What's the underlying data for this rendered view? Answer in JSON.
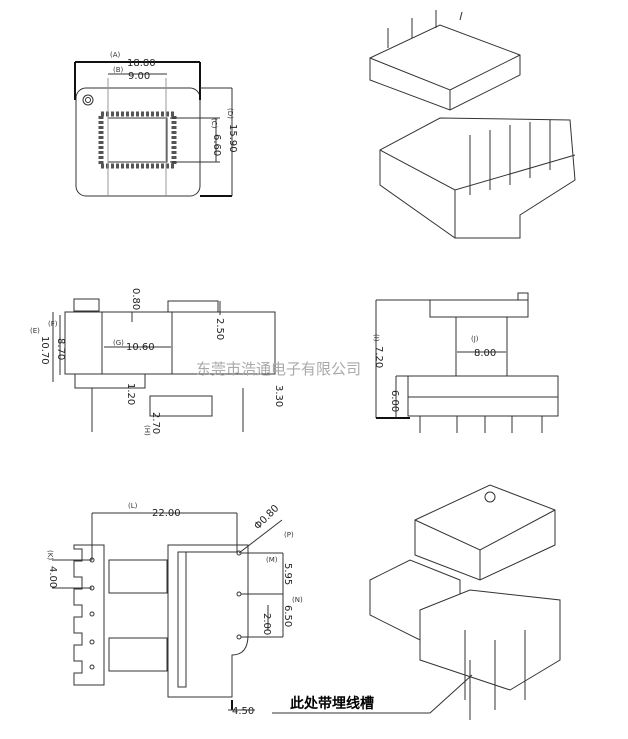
{
  "watermark": "东莞市浩通电子有限公司",
  "callout": "此处带埋线槽",
  "top_view": {
    "width_tag": "(A)",
    "width": "18.80",
    "window_tag": "(B)",
    "window": "9.00",
    "core_tag": "(C)",
    "core": "6.60",
    "height_tag": "(D)",
    "height": "15.90"
  },
  "side_view": {
    "pin_top": "0.80",
    "flange": "2.50",
    "inner_tag": "(G)",
    "inner": "10.60",
    "outer_h_tag": "(E)",
    "outer_h": "10.70",
    "inner_h_tag": "(F)",
    "inner_h": "8.70",
    "base": "1.20",
    "pin_off": "3.30",
    "pin_len_tag": "(H)",
    "pin_len": "2.70"
  },
  "front_view": {
    "total_tag": "(I)",
    "total": "7.20",
    "core_tag": "(J)",
    "core": "8.00",
    "base": "6.00"
  },
  "bottom_view": {
    "length_tag": "(L)",
    "length": "22.00",
    "pitch_tag": "(K)",
    "pitch": "4.00",
    "hole": "Φ0.80",
    "hole_tag": "(P)",
    "row1_tag": "(M)",
    "row1": "5.95",
    "row2_tag": "(N)",
    "row2": "6.50",
    "slot": "2.00",
    "edge": "4.50"
  }
}
